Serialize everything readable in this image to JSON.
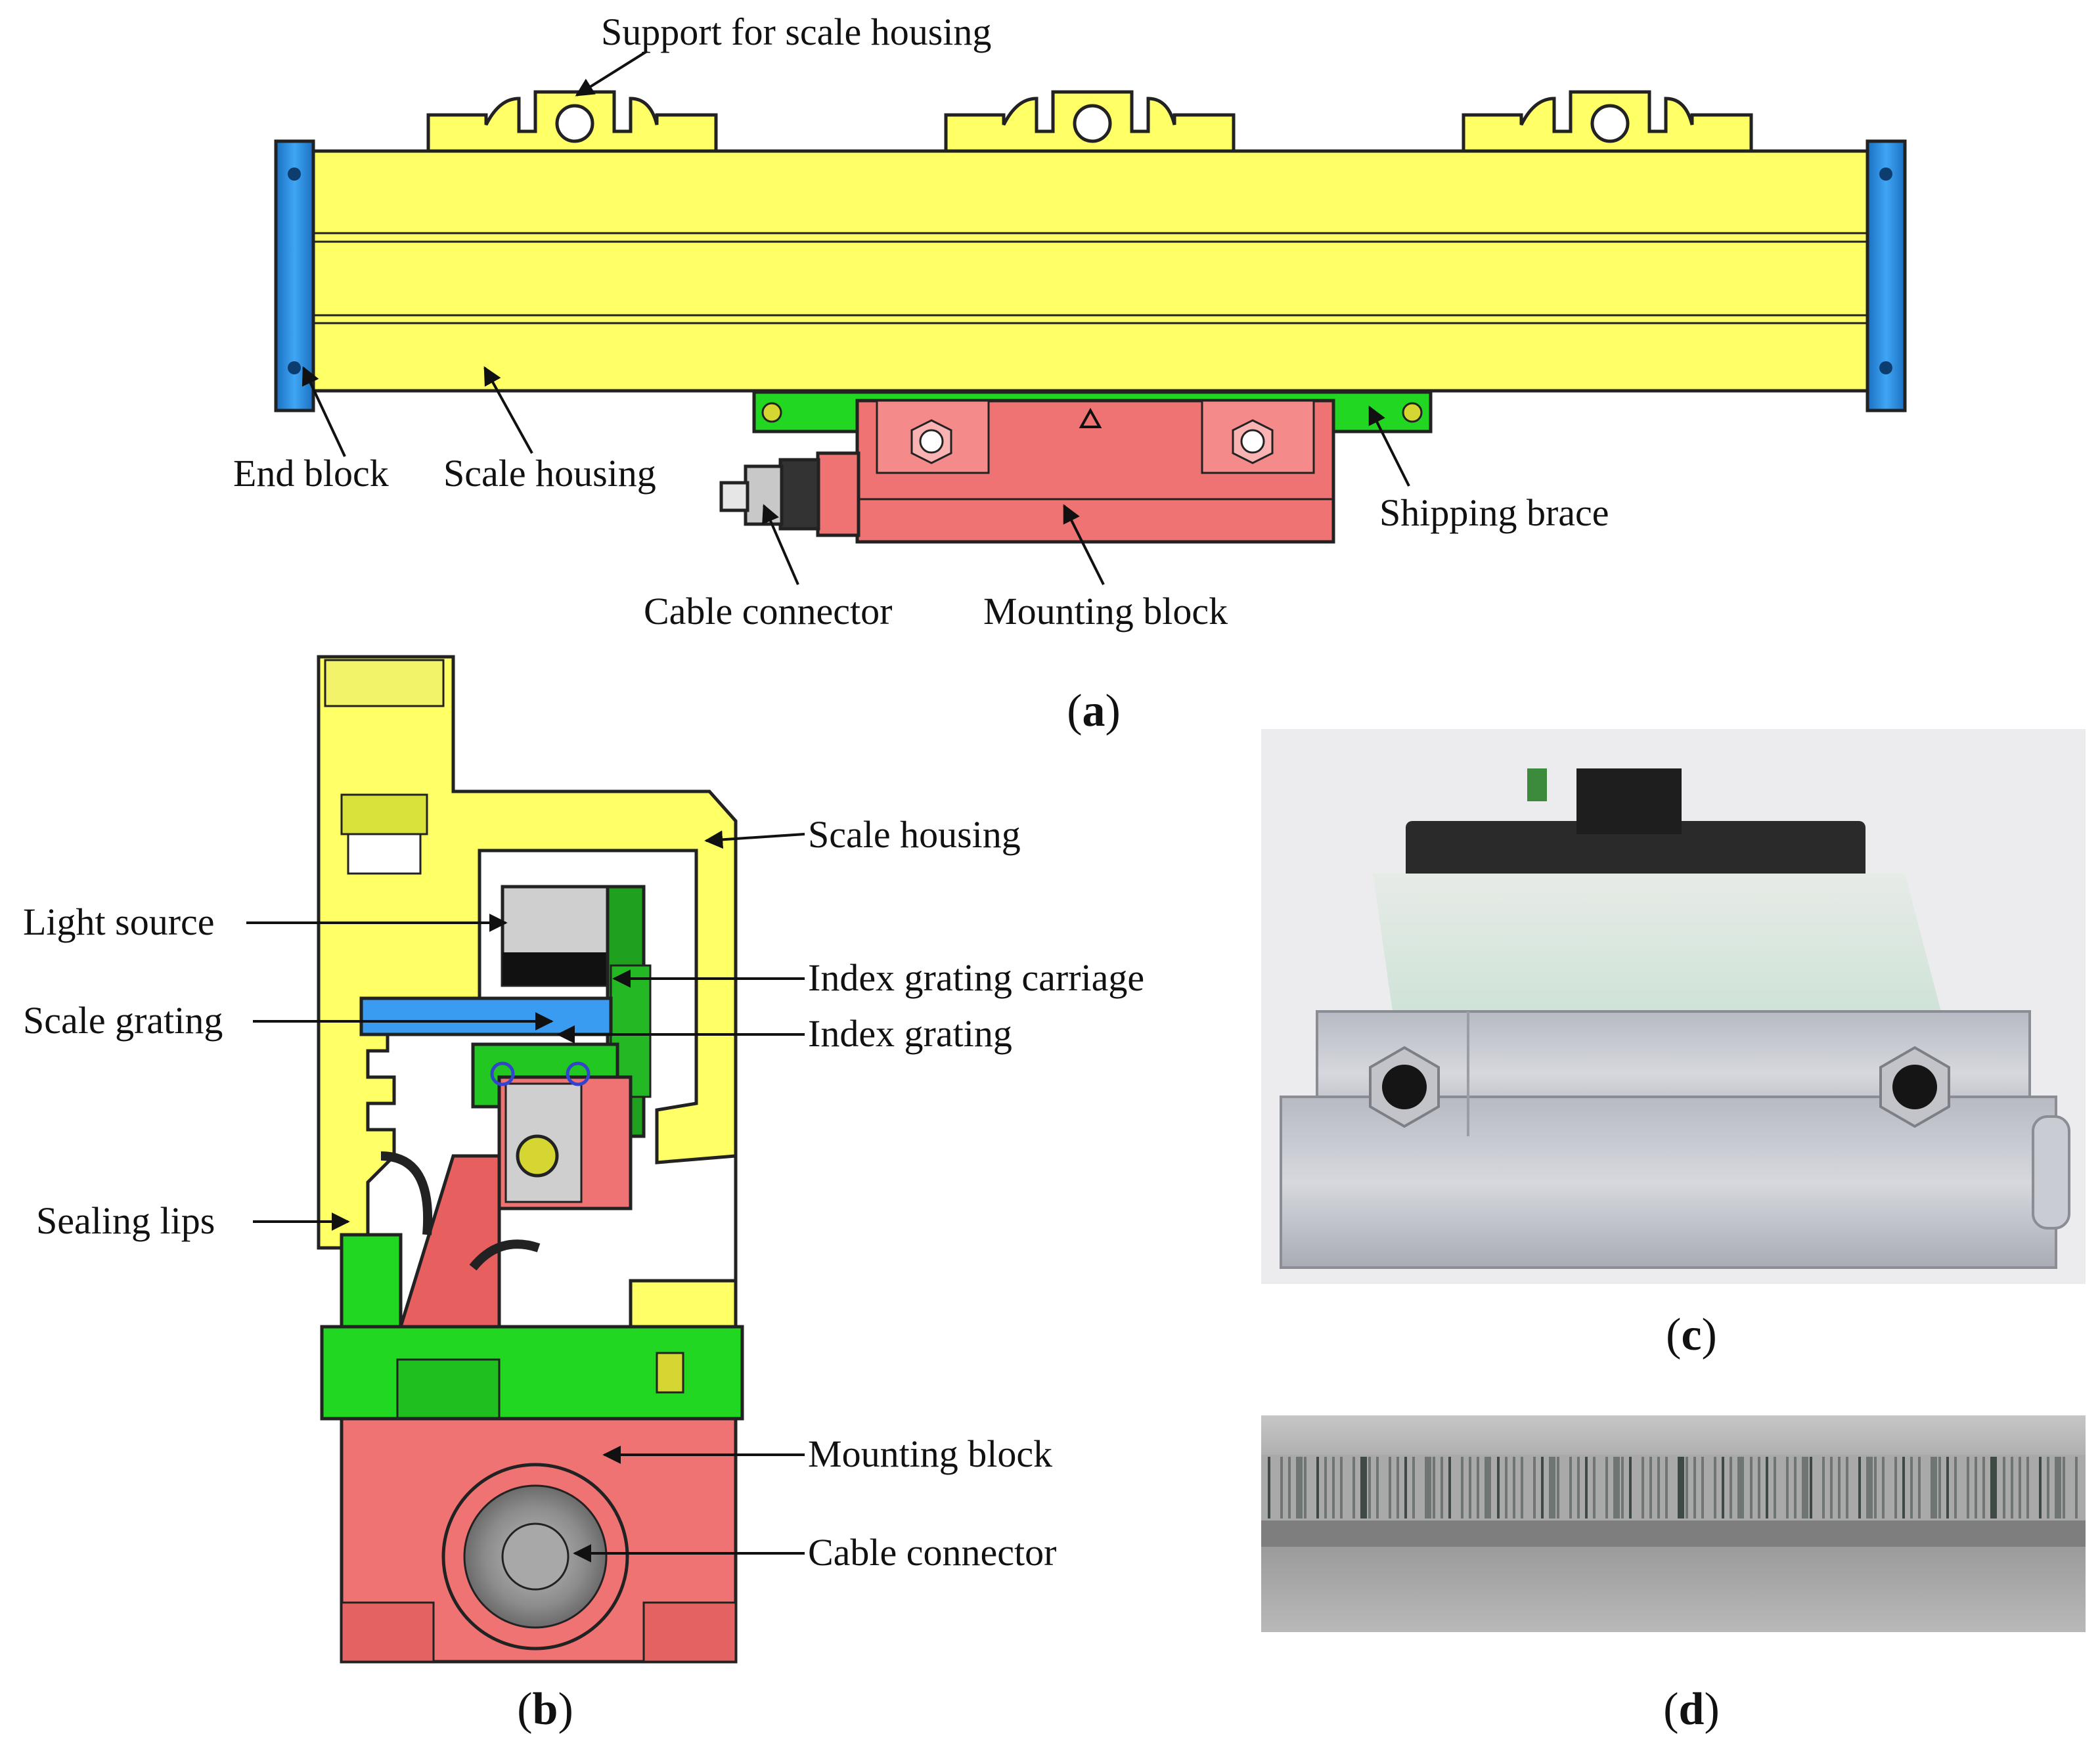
{
  "colors": {
    "housing": "#ffff66",
    "end_block": "#2f95e6",
    "mounting": "#f07373",
    "brace": "#22d722",
    "scale_grating": "#3a9cf0",
    "index_carriage": "#1fa01f",
    "photo_bg": "#ececef",
    "metal": "#c9ccd3"
  },
  "panel_a": {
    "caption_open": "(",
    "caption_letter": "a",
    "caption_close": ")",
    "labels": {
      "support": "Support for scale housing",
      "end_block": "End block",
      "scale_housing": "Scale housing",
      "shipping_brace": "Shipping brace",
      "cable_connector": "Cable connector",
      "mounting_block": "Mounting block"
    }
  },
  "panel_b": {
    "caption_open": "(",
    "caption_letter": "b",
    "caption_close": ")",
    "labels": {
      "scale_housing": "Scale housing",
      "light_source": "Light source",
      "index_grating_carriage": "Index grating carriage",
      "scale_grating": "Scale grating",
      "index_grating": "Index grating",
      "sealing_lips": "Sealing lips",
      "mounting_block": "Mounting block",
      "cable_connector": "Cable connector"
    }
  },
  "panel_c": {
    "caption_open": "(",
    "caption_letter": "c",
    "caption_close": ")"
  },
  "panel_d": {
    "caption_open": "(",
    "caption_letter": "d",
    "caption_close": ")"
  }
}
